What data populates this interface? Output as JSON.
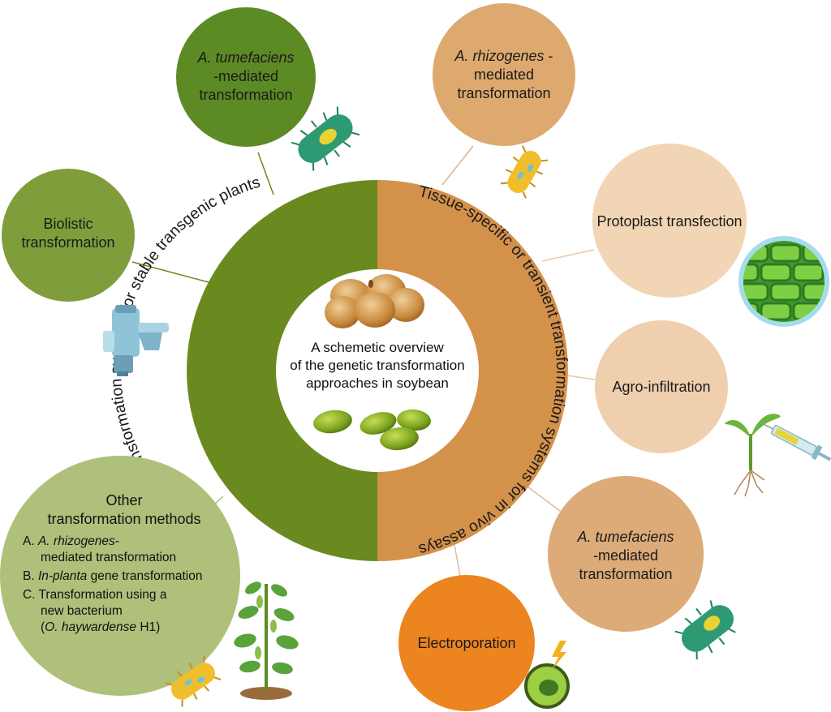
{
  "center": {
    "line1": "A schemetic overview",
    "line2": "of the  genetic transformation",
    "line3": "approaches in soybean"
  },
  "ring": {
    "left_label": "Transformation systems for stable transgenic plants",
    "right_label": "Tissue-specific or transient transformation systems for in vivo assays"
  },
  "nodes": {
    "tumefaciens_top": {
      "italic": "A. tumefaciens",
      "line2": "-mediated",
      "line3": "transformation"
    },
    "rhizogenes_top": {
      "italic": "A. rhizogenes",
      "line1_suffix": " -",
      "line2": "mediated",
      "line3": "transformation"
    },
    "biolistic": {
      "line1": "Biolistic",
      "line2": "transformation"
    },
    "protoplast": {
      "line1": "Protoplast transfection"
    },
    "agro": {
      "line1": "Agro-infiltration"
    },
    "tumefaciens_bottom": {
      "italic": "A. tumefaciens",
      "line2": "-mediated",
      "line3": "transformation"
    },
    "electroporation": {
      "line1": "Electroporation"
    },
    "other": {
      "title_line1": "Other",
      "title_line2": "transformation methods",
      "items": [
        {
          "prefix": "A. ",
          "italic": "A. rhizogenes",
          "suffix": "-",
          "line2": "mediated transformation"
        },
        {
          "prefix": "B. ",
          "italic": "In-planta",
          "suffix": " gene transformation"
        },
        {
          "prefix": "C. ",
          "text": "Transformation using a",
          "line2": "new bacterium",
          "line3_open": "(",
          "line3_italic": "O. haywardense",
          "line3_close": " H1)"
        }
      ]
    }
  },
  "colors": {
    "green_dark": "#6a8a1f",
    "orange_ring": "#d4914a",
    "tumefaciens_green": "#5c8a25",
    "biolistic_green": "#7f9e3b",
    "other_green": "#afc07a",
    "rhizogenes_tan": "#dea96e",
    "protoplast_peach": "#f2d5b4",
    "agro_peach": "#efcfae",
    "tumefaciens_tan": "#dcab77",
    "electroporation_orange": "#ec8420"
  },
  "icons": [
    "bacterium-icon",
    "gene-gun-icon",
    "plant-cells-icon",
    "seedling-syringe-icon",
    "soybean-plant-icon",
    "electroporated-cell-icon",
    "soybeans-icon",
    "green-beans-icon"
  ]
}
